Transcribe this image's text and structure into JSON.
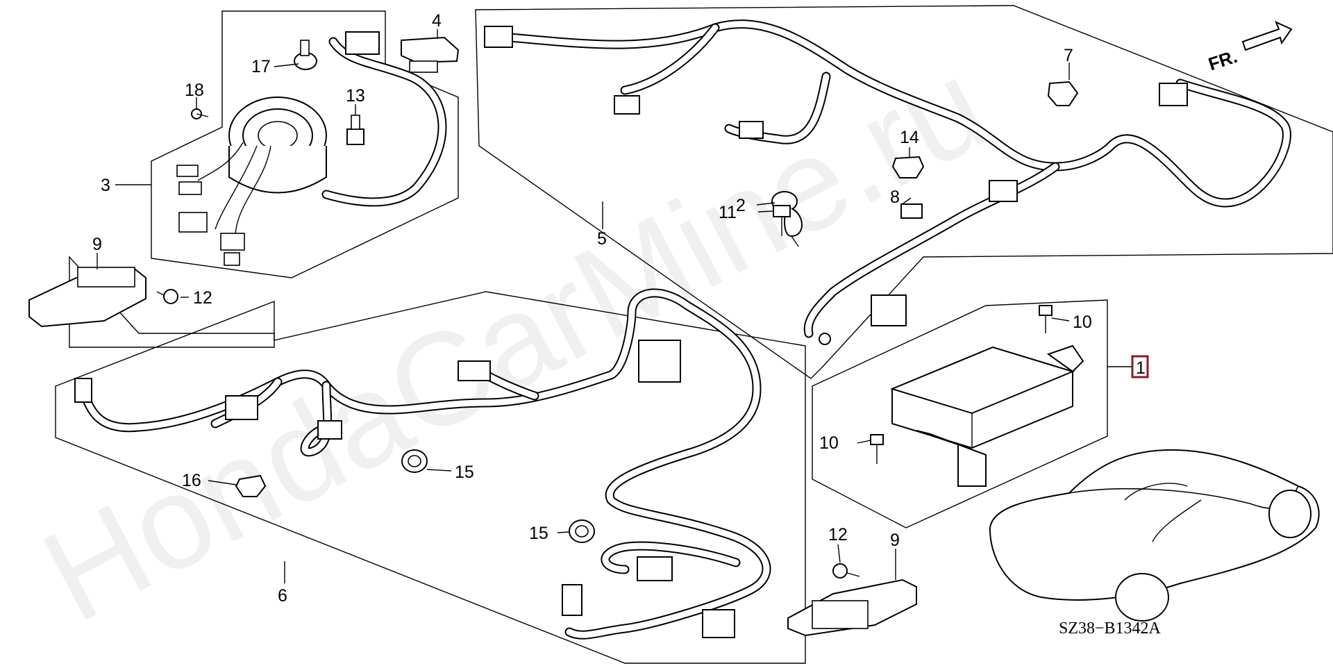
{
  "diagram": {
    "code": "SZ38−B1342A",
    "direction_label": "FR.",
    "watermark": "HondaCarMine.ru",
    "callouts": {
      "c1": "1",
      "c2": "2",
      "c3": "3",
      "c4": "4",
      "c5": "5",
      "c6": "6",
      "c7": "7",
      "c8": "8",
      "c9a": "9",
      "c9b": "9",
      "c10a": "10",
      "c10b": "10",
      "c11": "11",
      "c12a": "12",
      "c12b": "12",
      "c13": "13",
      "c14": "14",
      "c15a": "15",
      "c15b": "15",
      "c16": "16",
      "c17": "17",
      "c18": "18"
    },
    "highlight_color": "#8b1a2b"
  }
}
